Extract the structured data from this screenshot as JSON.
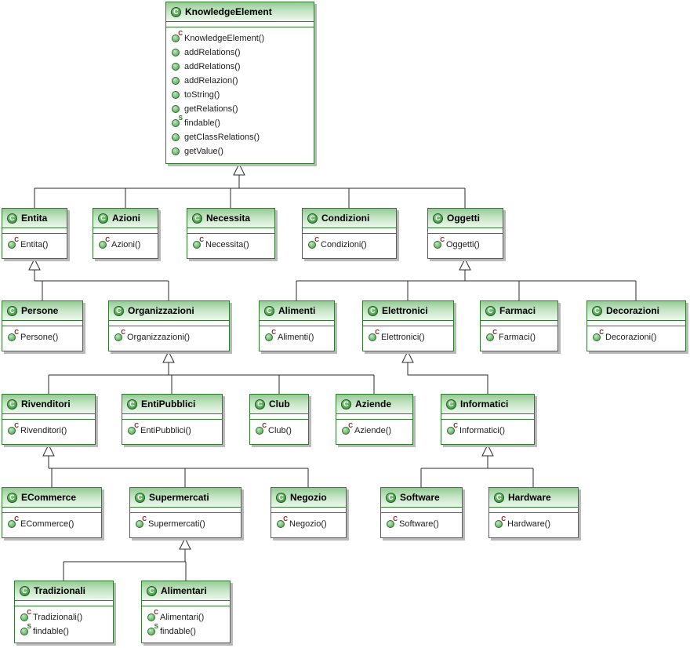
{
  "icons": {
    "class_letter": "C"
  },
  "colors": {
    "class_border": "#2f7c2f",
    "header_gradient_top": "#94cb94",
    "header_gradient_bottom": "#eef7ee",
    "icon_green": "#2f8b2f",
    "shadow": "#b9b9b9",
    "line": "#2a2a2a"
  },
  "classes": [
    {
      "id": "KnowledgeElement",
      "name": "KnowledgeElement",
      "methods": [
        {
          "label": "KnowledgeElement()",
          "icon": "constructor-method-icon",
          "sup": "C"
        },
        {
          "label": "addRelations()",
          "icon": "public-method-icon"
        },
        {
          "label": "addRelations()",
          "icon": "public-method-icon"
        },
        {
          "label": "addRelazion()",
          "icon": "public-method-icon"
        },
        {
          "label": "toString()",
          "icon": "public-method-icon"
        },
        {
          "label": "getRelations()",
          "icon": "public-method-icon"
        },
        {
          "label": "findable()",
          "icon": "static-method-icon",
          "sup": "S"
        },
        {
          "label": "getClassRelations()",
          "icon": "public-method-icon"
        },
        {
          "label": "getValue()",
          "icon": "public-method-icon"
        }
      ]
    },
    {
      "id": "Entita",
      "name": "Entita",
      "methods": [
        {
          "label": "Entita()",
          "icon": "constructor-method-icon",
          "sup": "C"
        }
      ]
    },
    {
      "id": "Azioni",
      "name": "Azioni",
      "methods": [
        {
          "label": "Azioni()",
          "icon": "constructor-method-icon",
          "sup": "C"
        }
      ]
    },
    {
      "id": "Necessita",
      "name": "Necessita",
      "methods": [
        {
          "label": "Necessita()",
          "icon": "constructor-method-icon",
          "sup": "C"
        }
      ]
    },
    {
      "id": "Condizioni",
      "name": "Condizioni",
      "methods": [
        {
          "label": "Condizioni()",
          "icon": "constructor-method-icon",
          "sup": "C"
        }
      ]
    },
    {
      "id": "Oggetti",
      "name": "Oggetti",
      "methods": [
        {
          "label": "Oggetti()",
          "icon": "constructor-method-icon",
          "sup": "C"
        }
      ]
    },
    {
      "id": "Persone",
      "name": "Persone",
      "methods": [
        {
          "label": "Persone()",
          "icon": "constructor-method-icon",
          "sup": "C"
        }
      ]
    },
    {
      "id": "Organizzazioni",
      "name": "Organizzazioni",
      "methods": [
        {
          "label": "Organizzazioni()",
          "icon": "constructor-method-icon",
          "sup": "C"
        }
      ]
    },
    {
      "id": "Alimenti",
      "name": "Alimenti",
      "methods": [
        {
          "label": "Alimenti()",
          "icon": "constructor-method-icon",
          "sup": "C"
        }
      ]
    },
    {
      "id": "Elettronici",
      "name": "Elettronici",
      "methods": [
        {
          "label": "Elettronici()",
          "icon": "constructor-method-icon",
          "sup": "C"
        }
      ]
    },
    {
      "id": "Farmaci",
      "name": "Farmaci",
      "methods": [
        {
          "label": "Farmaci()",
          "icon": "constructor-method-icon",
          "sup": "C"
        }
      ]
    },
    {
      "id": "Decorazioni",
      "name": "Decorazioni",
      "methods": [
        {
          "label": "Decorazioni()",
          "icon": "constructor-method-icon",
          "sup": "C"
        }
      ]
    },
    {
      "id": "Rivenditori",
      "name": "Rivenditori",
      "methods": [
        {
          "label": "Rivenditori()",
          "icon": "constructor-method-icon",
          "sup": "C"
        }
      ]
    },
    {
      "id": "EntiPubblici",
      "name": "EntiPubblici",
      "methods": [
        {
          "label": "EntiPubblici()",
          "icon": "constructor-method-icon",
          "sup": "C"
        }
      ]
    },
    {
      "id": "Club",
      "name": "Club",
      "methods": [
        {
          "label": "Club()",
          "icon": "constructor-method-icon",
          "sup": "C"
        }
      ]
    },
    {
      "id": "Aziende",
      "name": "Aziende",
      "methods": [
        {
          "label": "Aziende()",
          "icon": "constructor-method-icon",
          "sup": "C"
        }
      ]
    },
    {
      "id": "Informatici",
      "name": "Informatici",
      "methods": [
        {
          "label": "Informatici()",
          "icon": "constructor-method-icon",
          "sup": "C"
        }
      ]
    },
    {
      "id": "ECommerce",
      "name": "ECommerce",
      "methods": [
        {
          "label": "ECommerce()",
          "icon": "constructor-method-icon",
          "sup": "C"
        }
      ]
    },
    {
      "id": "Supermercati",
      "name": "Supermercati",
      "methods": [
        {
          "label": "Supermercati()",
          "icon": "constructor-method-icon",
          "sup": "C"
        }
      ]
    },
    {
      "id": "Negozio",
      "name": "Negozio",
      "methods": [
        {
          "label": "Negozio()",
          "icon": "constructor-method-icon",
          "sup": "C"
        }
      ]
    },
    {
      "id": "Software",
      "name": "Software",
      "methods": [
        {
          "label": "Software()",
          "icon": "constructor-method-icon",
          "sup": "C"
        }
      ]
    },
    {
      "id": "Hardware",
      "name": "Hardware",
      "methods": [
        {
          "label": "Hardware()",
          "icon": "constructor-method-icon",
          "sup": "C"
        }
      ]
    },
    {
      "id": "Tradizionali",
      "name": "Tradizionali",
      "methods": [
        {
          "label": "Tradizionali()",
          "icon": "constructor-method-icon",
          "sup": "C"
        },
        {
          "label": "findable()",
          "icon": "static-method-icon",
          "sup": "S"
        }
      ]
    },
    {
      "id": "Alimentari",
      "name": "Alimentari",
      "methods": [
        {
          "label": "Alimentari()",
          "icon": "constructor-method-icon",
          "sup": "C"
        },
        {
          "label": "findable()",
          "icon": "static-method-icon",
          "sup": "S"
        }
      ]
    }
  ],
  "inheritance": [
    {
      "child": "Entita",
      "parent": "KnowledgeElement"
    },
    {
      "child": "Azioni",
      "parent": "KnowledgeElement"
    },
    {
      "child": "Necessita",
      "parent": "KnowledgeElement"
    },
    {
      "child": "Condizioni",
      "parent": "KnowledgeElement"
    },
    {
      "child": "Oggetti",
      "parent": "KnowledgeElement"
    },
    {
      "child": "Persone",
      "parent": "Entita"
    },
    {
      "child": "Organizzazioni",
      "parent": "Entita"
    },
    {
      "child": "Alimenti",
      "parent": "Oggetti"
    },
    {
      "child": "Elettronici",
      "parent": "Oggetti"
    },
    {
      "child": "Farmaci",
      "parent": "Oggetti"
    },
    {
      "child": "Decorazioni",
      "parent": "Oggetti"
    },
    {
      "child": "Rivenditori",
      "parent": "Organizzazioni"
    },
    {
      "child": "EntiPubblici",
      "parent": "Organizzazioni"
    },
    {
      "child": "Club",
      "parent": "Organizzazioni"
    },
    {
      "child": "Aziende",
      "parent": "Organizzazioni"
    },
    {
      "child": "Informatici",
      "parent": "Elettronici"
    },
    {
      "child": "ECommerce",
      "parent": "Rivenditori"
    },
    {
      "child": "Supermercati",
      "parent": "Rivenditori"
    },
    {
      "child": "Negozio",
      "parent": "Rivenditori"
    },
    {
      "child": "Software",
      "parent": "Informatici"
    },
    {
      "child": "Hardware",
      "parent": "Informatici"
    },
    {
      "child": "Tradizionali",
      "parent": "Supermercati"
    },
    {
      "child": "Alimentari",
      "parent": "Supermercati"
    }
  ]
}
